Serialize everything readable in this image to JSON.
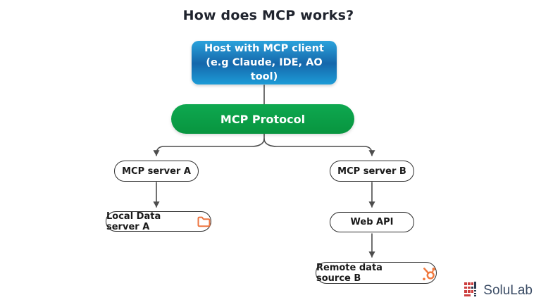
{
  "title": "How does MCP works?",
  "nodes": {
    "host": {
      "label": "Host with MCP client (e.g Claude, IDE, AO tool)"
    },
    "protocol": {
      "label": "MCP Protocol"
    },
    "server_a": {
      "label": "MCP server A"
    },
    "server_b": {
      "label": "MCP server B"
    },
    "local_data_a": {
      "label": "Local Data server A",
      "icon": "folder-icon"
    },
    "web_api": {
      "label": "Web API"
    },
    "remote_data_b": {
      "label": "Remote data source B",
      "icon": "sprocket-icon"
    }
  },
  "colors": {
    "host_blue_top": "#2ba3dc",
    "host_blue_mid": "#1567ab",
    "host_blue_bottom": "#1d9cd7",
    "protocol_green": "#0a9d46",
    "accent_orange": "#ee7540",
    "connector_gray": "#4d4d4d",
    "brand_navy": "#3c4d66",
    "brand_red": "#cc3e3e"
  },
  "footer": {
    "brand": "SoluLab"
  }
}
